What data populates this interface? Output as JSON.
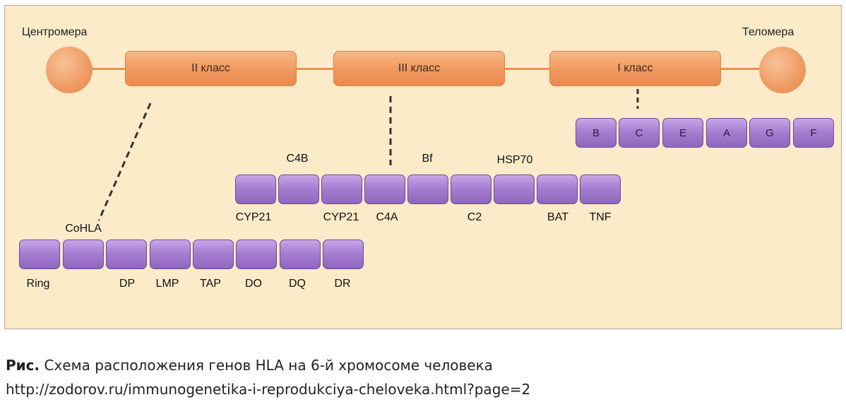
{
  "diagram": {
    "left_end_label": "Центромера",
    "right_end_label": "Теломера",
    "class_labels": [
      "II класс",
      "III класс",
      "I класс"
    ],
    "class1_genes": [
      "B",
      "C",
      "E",
      "A",
      "G",
      "F"
    ],
    "class3_top_labels": [
      "C4B",
      "Bf",
      "HSP70"
    ],
    "class3_bottom_labels": [
      "CYP21",
      "CYP21",
      "C4A",
      "C2",
      "BAT",
      "TNF"
    ],
    "class2_top_labels": [
      "CoHLA"
    ],
    "class2_bottom_labels": [
      "Ring",
      "DP",
      "LMP",
      "TAP",
      "DO",
      "DQ",
      "DR"
    ],
    "colors": {
      "background": "#fbebc9",
      "chromosome": "#ef9a62",
      "gene": "#a77fd1"
    }
  },
  "caption": {
    "prefix": "Рис.",
    "text": " Схема расположения генов HLA на 6-й хромосоме человека",
    "url": "http://zodorov.ru/immunogenetika-i-reprodukciya-cheloveka.html?page=2"
  }
}
